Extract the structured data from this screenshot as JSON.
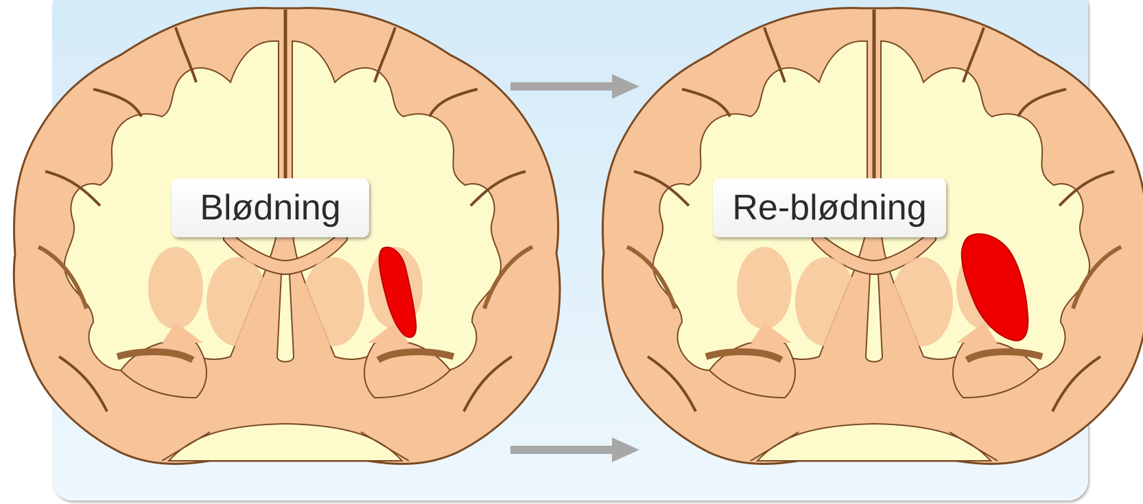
{
  "panels": [
    {
      "label": "Blødning"
    },
    {
      "label": "Re-blødning"
    }
  ],
  "colors": {
    "background_panel": "#d8eefa",
    "cortex_gray_matter": "#f7c49a",
    "cortex_outline": "#7a4a24",
    "white_matter": "#fdfbcc",
    "deep_nuclei": "#f7c49a",
    "sulcus_dark": "#9b6435",
    "hemorrhage": "#ee0000",
    "arrow": "#a7a7a7",
    "label_text": "#2b2b2b"
  },
  "icons": [
    "brain-coronal-section",
    "hemorrhage-blob",
    "progression-arrow"
  ]
}
